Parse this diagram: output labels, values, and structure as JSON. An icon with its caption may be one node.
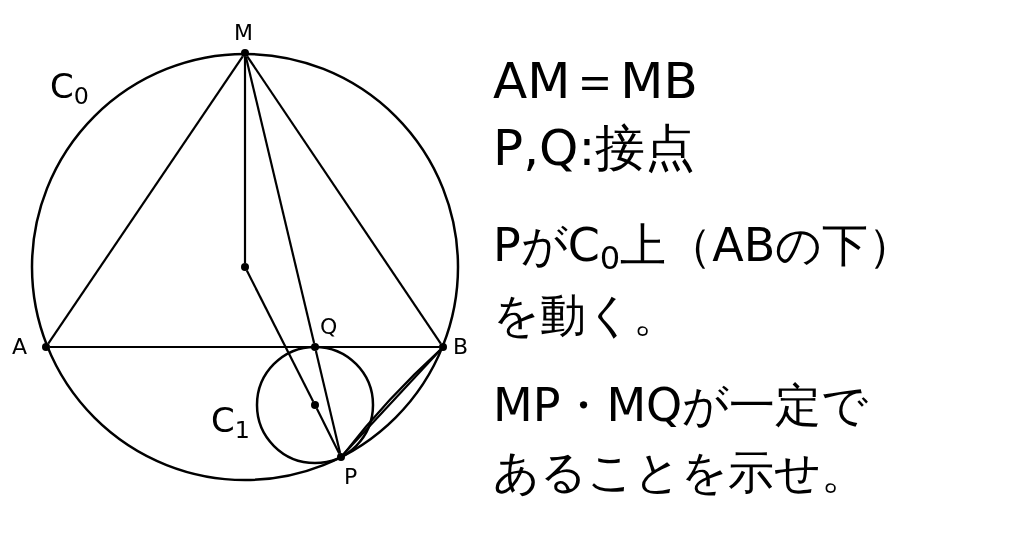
{
  "diagram": {
    "nodes": [
      {
        "text": [
          "M"
        ]
      },
      {
        "text": [
          "A"
        ]
      },
      {
        "text": [
          "B"
        ]
      },
      {
        "text": [
          "Q"
        ]
      },
      {
        "text": [
          "P"
        ]
      },
      {
        "text": [],
        "shape": "circle"
      },
      {
        "text": [],
        "shape": "circle"
      }
    ],
    "edges": [
      {
        "from": 0,
        "to": 1,
        "arrow": "none"
      },
      {
        "from": 0,
        "to": 2,
        "arrow": "none"
      },
      {
        "from": 1,
        "to": 2,
        "arrow": "none"
      },
      {
        "from": 0,
        "to": 5,
        "arrow": "none"
      },
      {
        "from": 5,
        "to": 6,
        "arrow": "none"
      },
      {
        "from": 6,
        "to": 4,
        "arrow": "none"
      },
      {
        "from": 0,
        "to": 3,
        "arrow": "none"
      },
      {
        "from": 3,
        "to": 4,
        "arrow": "none"
      },
      {
        "from": 2,
        "to": 4,
        "arrow": "none"
      },
      {
        "from": 2,
        "to": 4,
        "arrow": "none"
      }
    ],
    "labels": [
      "C$_{0}$",
      "C$_{1}$",
      "AM＝MB",
      "P,Q:接点",
      "PがC$_{0}$上（ABの下）を動く。",
      "MP・MQが一定であることを示せ。"
    ]
  }
}
